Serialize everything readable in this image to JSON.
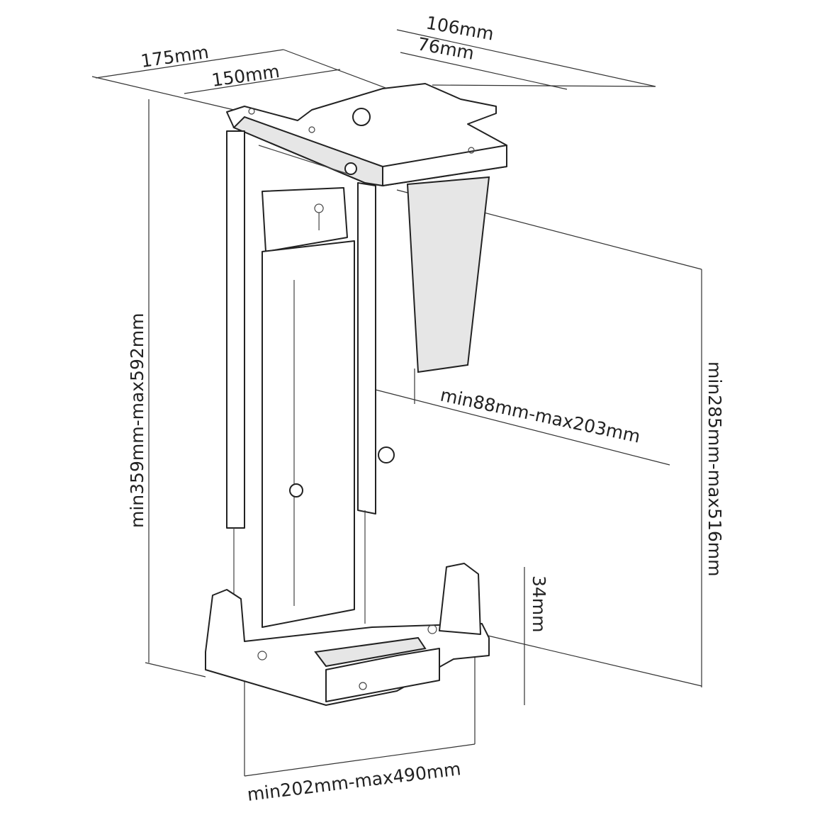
{
  "dimensions": {
    "top_depth_outer": "106mm",
    "top_depth_inner": "76mm",
    "top_width_outer": "175mm",
    "top_width_inner": "150mm",
    "total_height": "min359mm-max592mm",
    "inner_height": "min285mm-max516mm",
    "width_range": "min88mm-max203mm",
    "base_lip": "34mm",
    "depth_range": "min202mm-max490mm"
  }
}
